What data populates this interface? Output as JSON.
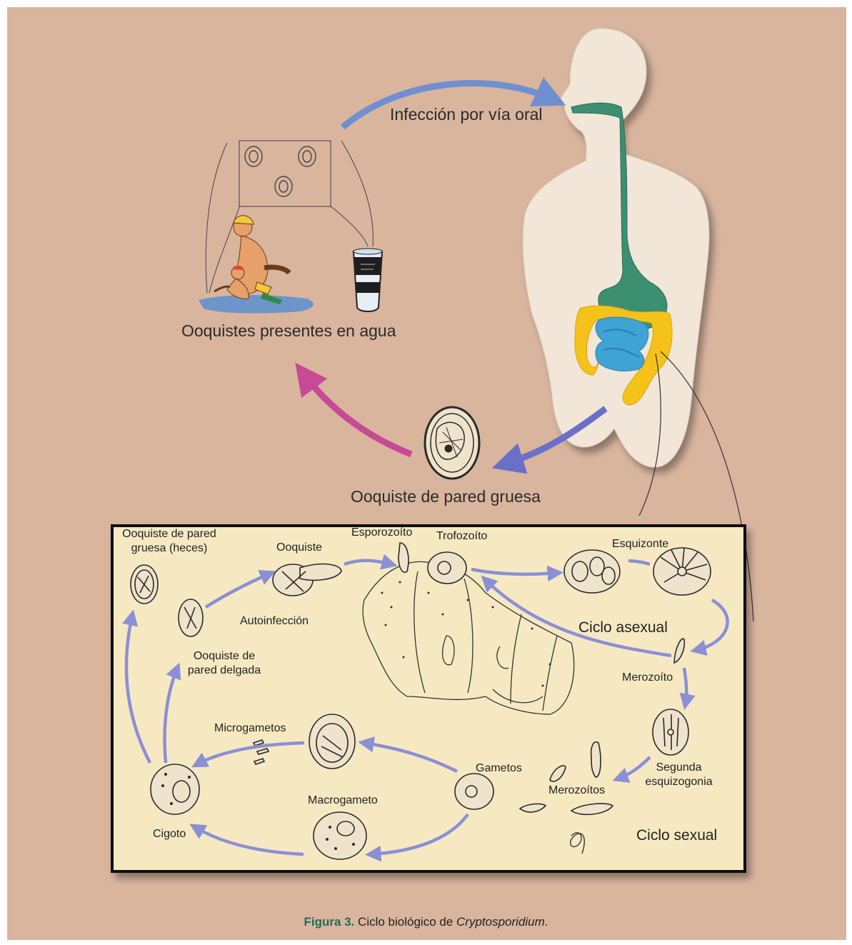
{
  "top_labels": {
    "oral_infection": "Infección por vía oral",
    "oocysts_in_water": "Ooquistes presentes en agua",
    "thick_wall_oocyst": "Ooquiste de pared gruesa"
  },
  "cycle_labels": {
    "thick_oocyst_feces_line1": "Ooquiste de pared",
    "thick_oocyst_feces_line2": "gruesa (heces)",
    "oocyst": "Ooquiste",
    "sporozoite": "Esporozoíto",
    "trophozoite": "Trofozoíto",
    "schizont": "Esquizonte",
    "autoinfection": "Autoinfección",
    "asexual_cycle": "Ciclo asexual",
    "thin_oocyst_line1": "Ooquiste de",
    "thin_oocyst_line2": "pared delgada",
    "merozoite": "Merozoíto",
    "microgametes": "Microgametos",
    "gametes": "Gametos",
    "second_schizogony_line1": "Segunda",
    "second_schizogony_line2": "esquizogonia",
    "merozoites": "Merozoítos",
    "macrogamete": "Macrogameto",
    "zygote": "Cigoto",
    "sexual_cycle": "Ciclo sexual"
  },
  "caption": {
    "figure": "Figura 3.",
    "text": " Ciclo biológico de ",
    "species": "Cryptosporidium",
    "end": "."
  },
  "colors": {
    "background": "#d9b59e",
    "inset": "#f6e9c2",
    "arrow_blue": "#6f8fd0",
    "arrow_magenta": "#c74a94",
    "arrow_cycle": "#8b8fd6",
    "esophagus_stomach": "#3d8f72",
    "small_intestine": "#3fa3d6",
    "large_intestine": "#f5c21a",
    "body": "#f1e6d8",
    "caption_accent": "#1a6f5c"
  }
}
